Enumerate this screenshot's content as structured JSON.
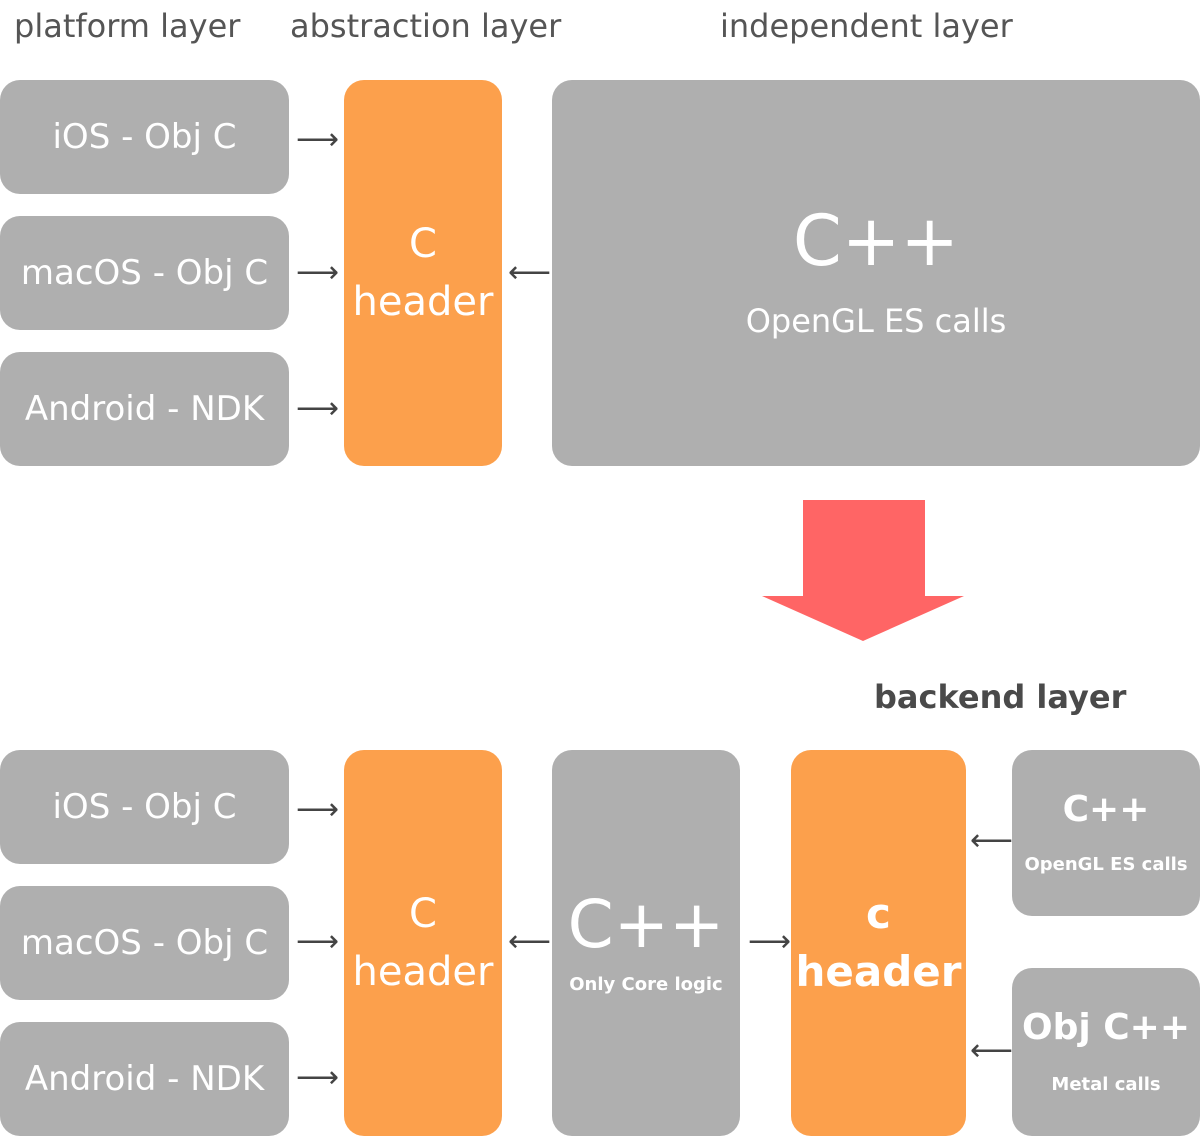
{
  "headers": {
    "platform": "platform layer",
    "abstraction": "abstraction layer",
    "independent": "independent layer",
    "backend": "backend layer"
  },
  "top": {
    "platforms": [
      "iOS - Obj C",
      "macOS - Obj C",
      "Android - NDK"
    ],
    "c_header": {
      "line1": "C",
      "line2": "header"
    },
    "cpp": {
      "title": "C++",
      "subtitle": "OpenGL ES calls"
    }
  },
  "bottom": {
    "platforms": [
      "iOS - Obj C",
      "macOS - Obj C",
      "Android - NDK"
    ],
    "c_header": {
      "line1": "C",
      "line2": "header"
    },
    "cpp_core": {
      "title": "C++",
      "subtitle": "Only Core logic"
    },
    "backend_header": {
      "line1": "c",
      "line2": "header"
    },
    "backends": [
      {
        "title": "C++",
        "subtitle": "OpenGL ES calls"
      },
      {
        "title": "Obj C++",
        "subtitle": "Metal calls"
      }
    ]
  },
  "arrow_glyphs": {
    "right": "⟶",
    "left": "⟵"
  },
  "colors": {
    "gray": "#afafaf",
    "orange": "#fca04c",
    "red_arrow": "#ff6565",
    "text": "#555555"
  },
  "icons": {
    "transition": "down-arrow-icon"
  }
}
